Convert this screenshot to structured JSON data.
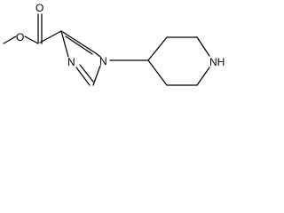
{
  "molecule": {
    "atoms": {
      "ester_o1": "O",
      "ester_o2": "O",
      "imidazole_n1": "N",
      "imidazole_n3": "N",
      "piperidine_nh": "NH"
    }
  },
  "colors": {
    "bond": "#000000",
    "text": "#000000",
    "background": "#ffffff"
  }
}
